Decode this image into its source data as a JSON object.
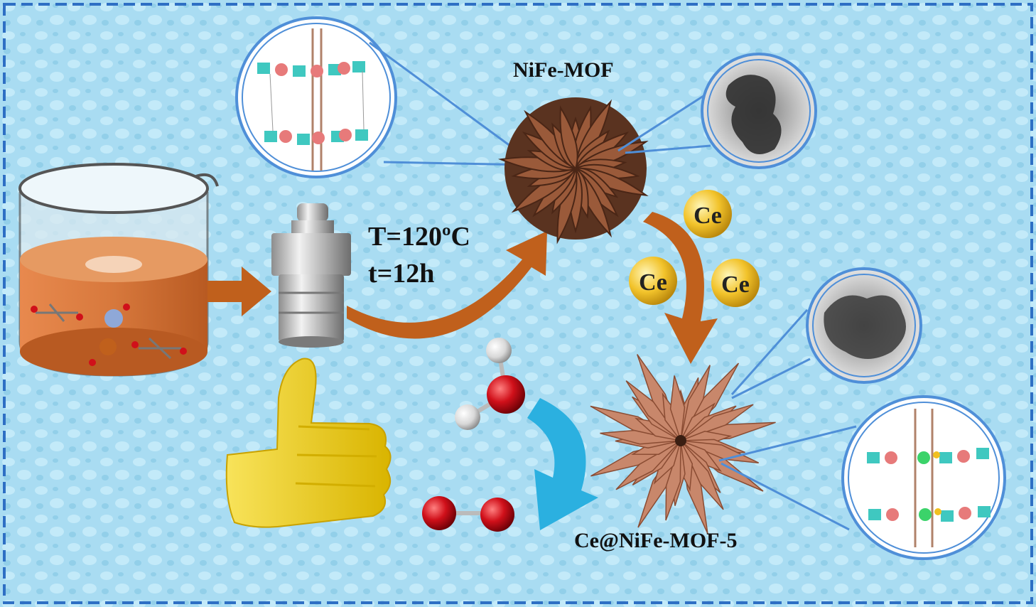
{
  "labels": {
    "mof_name": "NiFe-MOF",
    "temperature": "T=120ºC",
    "time": "t=12h",
    "product_name": "Ce@NiFe-MOF-5"
  },
  "ce_atoms": [
    "Ce",
    "Ce",
    "Ce"
  ],
  "colors": {
    "background": "#a9dcf2",
    "border": "#2e6fc4",
    "arrow": "#c0601c",
    "mof": "#9a5a3a",
    "product": "#c8876b",
    "ce_ball": "#f2c32b",
    "oxygen": "#d0101a",
    "hydrogen": "#e6e6e6",
    "curved_arrow": "#2bb0e0",
    "thumb": "#f5d51c"
  }
}
